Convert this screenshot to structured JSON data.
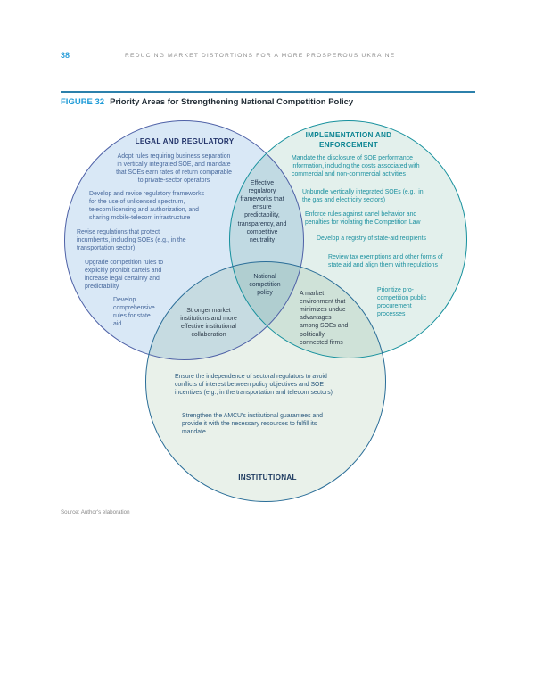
{
  "page": {
    "page_number": "38",
    "running_title": "REDUCING MARKET DISTORTIONS FOR A MORE PROSPEROUS UKRAINE",
    "source_note": "Source: Author's elaboration"
  },
  "figure": {
    "label": "FIGURE 32",
    "title": "Priority Areas for Strengthening National Competition Policy"
  },
  "venn": {
    "legal": {
      "title": "LEGAL AND REGULATORY",
      "items": [
        "Adopt rules requiring business separation\nin vertically integrated SOE, and mandate\nthat SOEs earn rates of return comparable\nto private-sector operators",
        "Develop and revise regulatory frameworks\nfor the use of unlicensed spectrum,\ntelecom licensing and authorization, and\nsharing mobile-telecom infrastructure",
        "Revise regulations that protect\nincumbents, including SOEs (e.g., in the\ntransportation sector)",
        "Upgrade competition rules to\nexplicitly prohibit cartels and\nincrease legal certainty and\npredictability",
        "Develop\ncomprehensive\nrules for state\naid"
      ]
    },
    "implementation": {
      "title": "IMPLEMENTATION AND\nENFORCEMENT",
      "items": [
        "Mandate the disclosure of SOE performance\ninformation, including the costs associated with\ncommercial and non-commercial activities",
        "Unbundle vertically integrated SOEs (e.g., in\nthe gas and electricity sectors)",
        "Enforce rules against cartel behavior and\npenalties for violating the Competition Law",
        "Develop a registry of state-aid recipients",
        "Review tax exemptions and other forms of\nstate aid and align them with regulations",
        "Prioritize pro-\ncompetition public\nprocurement\nprocesses"
      ]
    },
    "institutional": {
      "title": "INSTITUTIONAL",
      "items": [
        "Ensure the independence of sectoral regulators to avoid\nconflicts of interest between policy objectives and SOE\nincentives (e.g., in the transportation and telecom sectors)",
        "Strengthen the AMCU's institutional guarantees and\nprovide it with the necessary resources to fulfill its\nmandate"
      ]
    },
    "overlaps": {
      "legal_implementation": "Effective\nregulatory\nframeworks that\nensure\npredictability,\ntransparency, and\ncompetitive\nneutrality",
      "center": "National\ncompetition\npolicy",
      "legal_institutional": "Stronger market\ninstitutions and more\neffective institutional\ncollaboration",
      "implementation_institutional": "A market\nenvironment that\nminimizes undue\nadvantages\namong SOEs and\npolitically\nconnected firms"
    },
    "colors": {
      "legal_stroke": "#5062a7",
      "legal_fill": "#d9e8f6",
      "implementation_stroke": "#17919e",
      "implementation_fill": "#e3f0ec",
      "institutional_stroke": "#2b6e99",
      "institutional_fill": "#e9f1ea",
      "figure_label_blue": "#1e9bd7",
      "page_number_blue": "#2d9fd9",
      "rule_blue": "#2c80ab"
    }
  }
}
